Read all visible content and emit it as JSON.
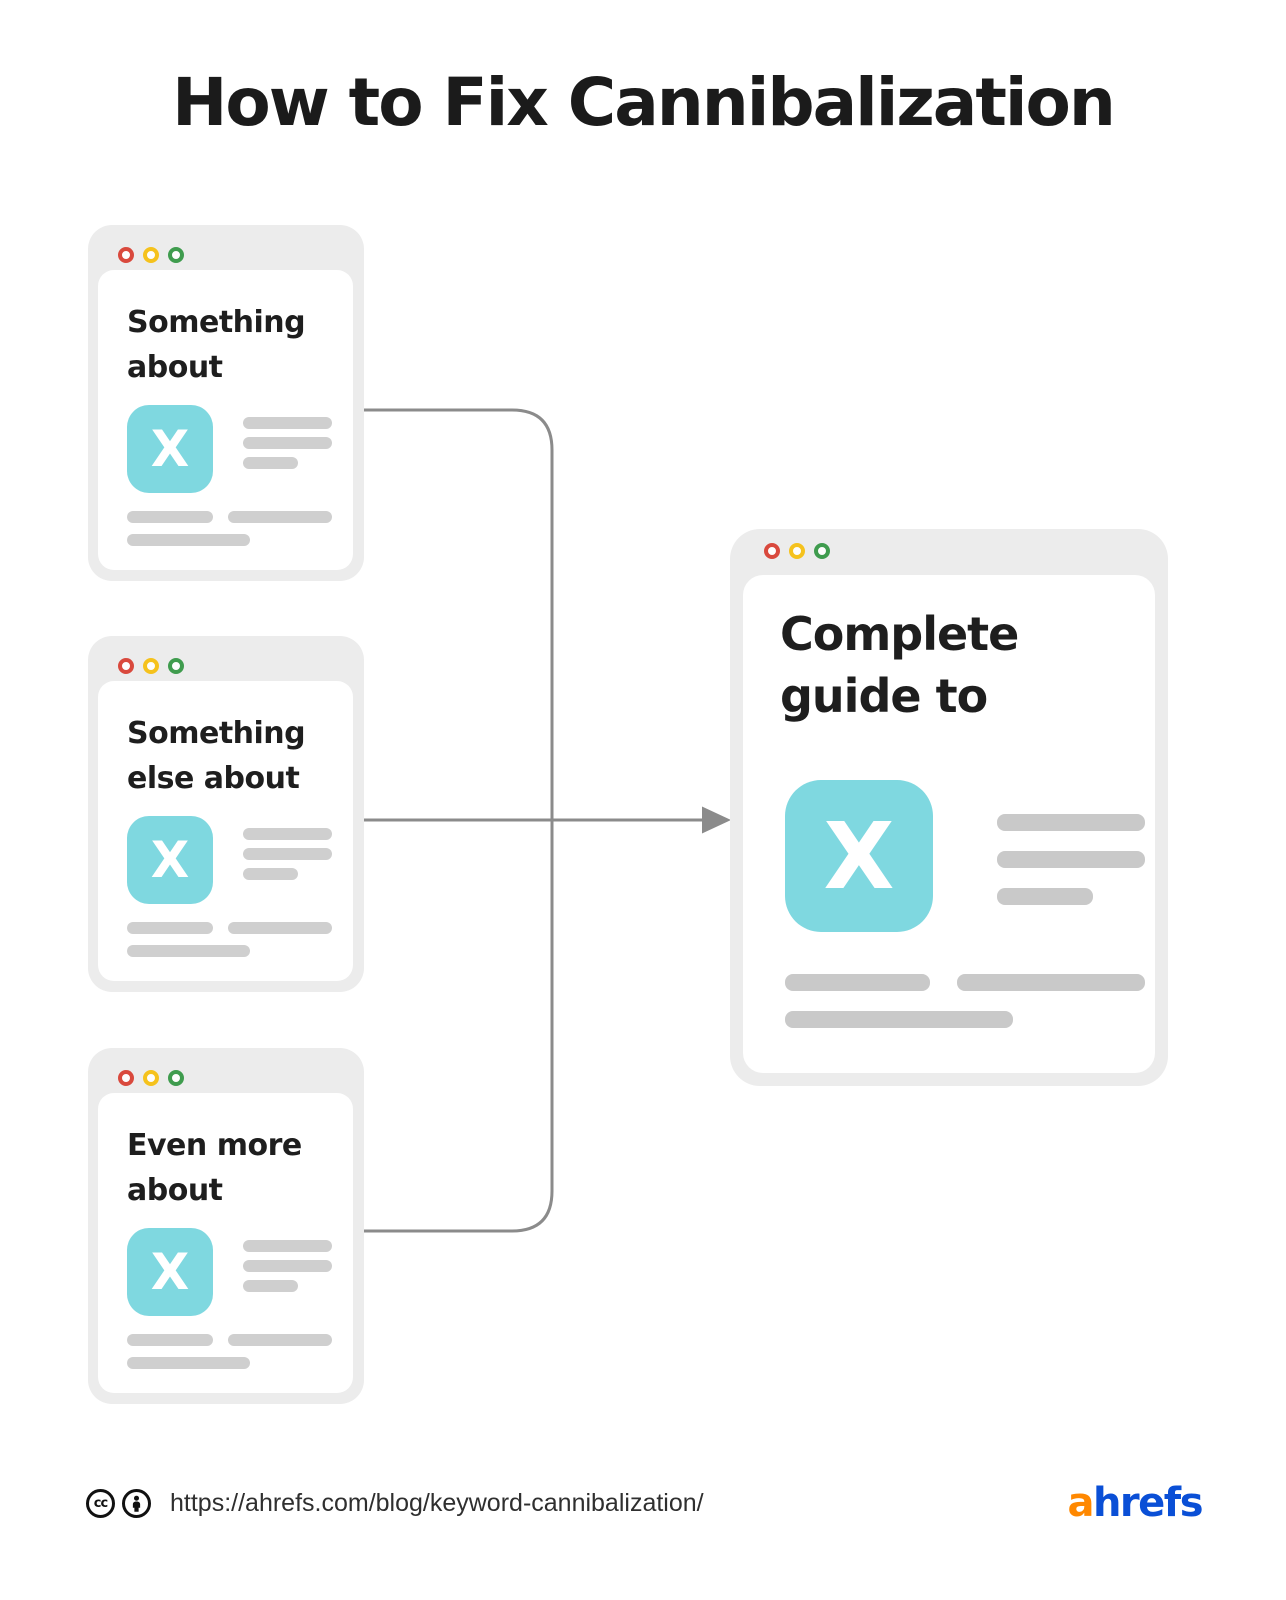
{
  "title": "How to Fix Cannibalization",
  "source_cards": [
    {
      "line1": "Something",
      "line2": "about",
      "letter": "X"
    },
    {
      "line1": "Something",
      "line2": "else about",
      "letter": "X"
    },
    {
      "line1": "Even more",
      "line2": "about",
      "letter": "X"
    }
  ],
  "result_card": {
    "line1": "Complete",
    "line2": "guide to",
    "letter": "X"
  },
  "footer": {
    "cc_label": "cc",
    "url": "https://ahrefs.com/blog/keyword-cannibalization/",
    "logo_prefix": "a",
    "logo_suffix": "hrefs"
  },
  "icons": {
    "window_controls": [
      "red-dot-icon",
      "yellow-dot-icon",
      "green-dot-icon"
    ],
    "license": [
      "cc-icon",
      "cc-attribution-person-icon"
    ],
    "connector": "arrow-right-icon"
  },
  "colors": {
    "background": "#FFFFFF",
    "card_frame": "#ECECEC",
    "card_body": "#FFFFFF",
    "teal_tile": "#7FD8E0",
    "placeholder_line": "#CFCFCF",
    "connector_gray": "#8B8B8B",
    "dot_red": "#D9493D",
    "dot_yellow": "#F5C21D",
    "dot_green": "#3F9C4E",
    "text_dark": "#1E1E1E",
    "logo_orange": "#FF8800",
    "logo_blue": "#0A4FD6"
  }
}
